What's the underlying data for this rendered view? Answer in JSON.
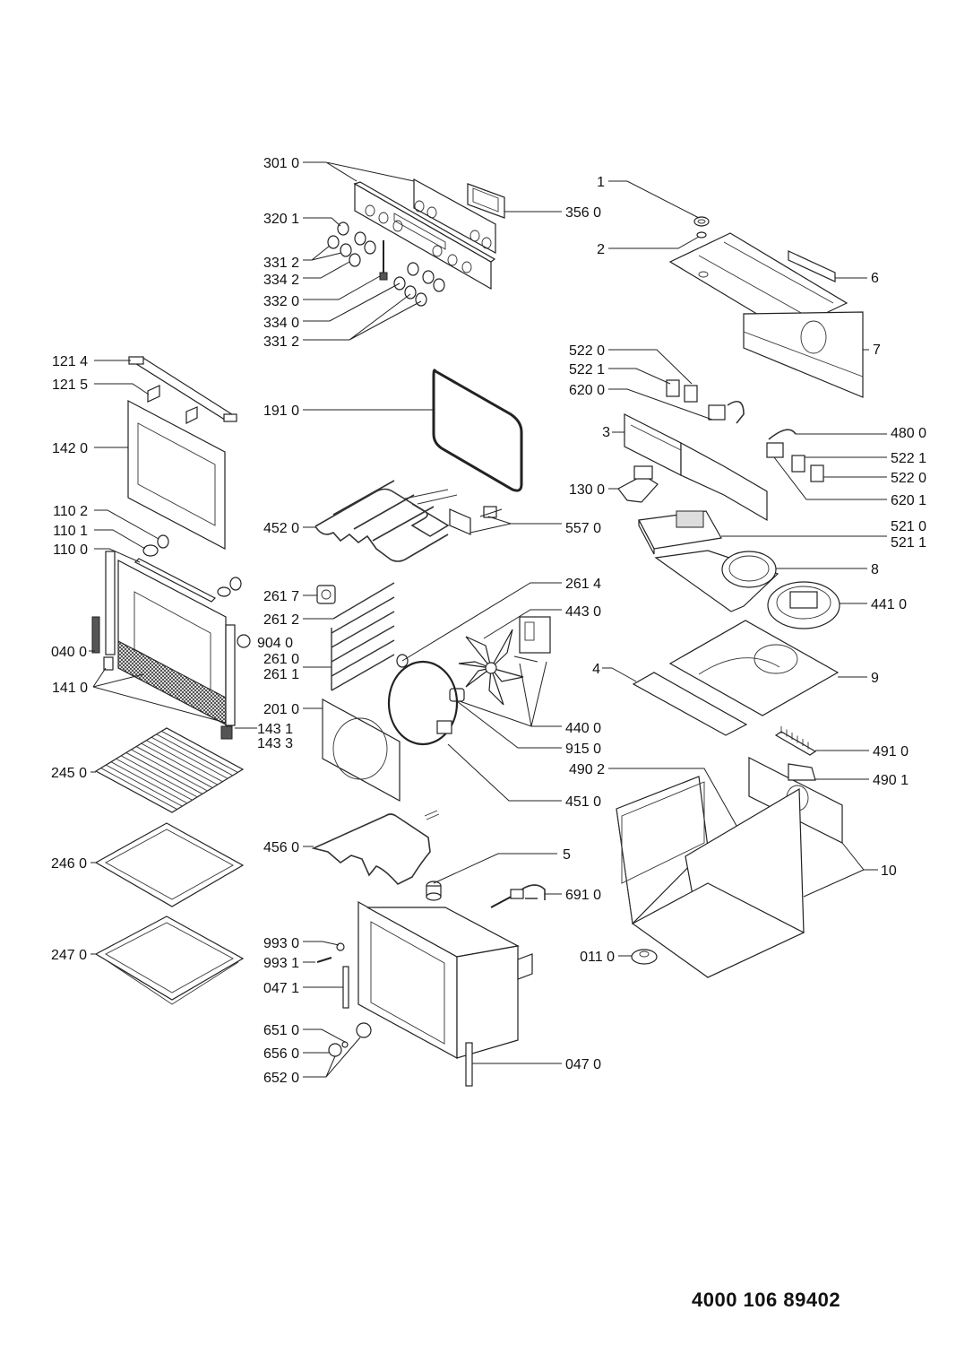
{
  "document": {
    "number": "4000 106 89402"
  },
  "labels": {
    "p3010": "301 0",
    "p3560": "356 0",
    "p3201": "320 1",
    "p3312a": "331 2",
    "p3342": "334 2",
    "p3320": "332 0",
    "p3340": "334 0",
    "p3312b": "331 2",
    "p1214": "121 4",
    "p1215": "121 5",
    "p1420": "142 0",
    "p1102": "110 2",
    "p1101": "110 1",
    "p1100": "110 0",
    "p0400": "040 0",
    "p1410": "141 0",
    "p2450": "245 0",
    "p2460": "246 0",
    "p2470": "247 0",
    "p1910": "191 0",
    "p4520": "452 0",
    "p5570": "557 0",
    "p2617": "261 7",
    "p2612": "261 2",
    "p9040": "904 0",
    "p2610": "261 0",
    "p2611": "261 1",
    "p2010": "201 0",
    "p1431": "143 1",
    "p1433": "143 3",
    "p2614": "261 4",
    "p4430": "443 0",
    "p4400": "440 0",
    "p9150": "915 0",
    "p4510": "451 0",
    "p4560": "456 0",
    "p5": "5",
    "p6910": "691 0",
    "p9930": "993 0",
    "p9931": "993 1",
    "p0471": "047 1",
    "p6510": "651 0",
    "p6560": "656 0",
    "p6520": "652 0",
    "p0470": "047 0",
    "p1": "1",
    "p2": "2",
    "p6": "6",
    "p7": "7",
    "p5220a": "522 0",
    "p5221a": "522 1",
    "p6200": "620 0",
    "p3": "3",
    "p4800": "480 0",
    "p5221b": "522 1",
    "p5220b": "522 0",
    "p6201": "620 1",
    "p1300": "130 0",
    "p5210": "521 0",
    "p5211": "521 1",
    "p8": "8",
    "p4410": "441 0",
    "p4": "4",
    "p9": "9",
    "p4910": "491 0",
    "p4902": "490 2",
    "p4901": "490 1",
    "p10": "10",
    "p0110": "011 0"
  }
}
